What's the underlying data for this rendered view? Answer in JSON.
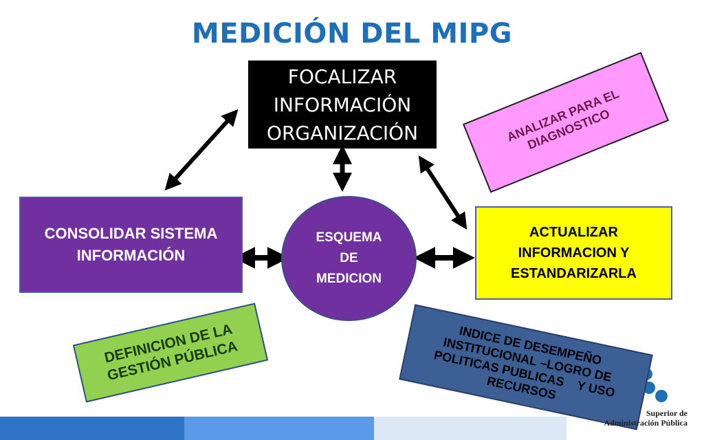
{
  "title": "MEDICIÓN DEL MIPG",
  "focalizar": {
    "lines": [
      "FOCALIZAR",
      "INFORMACIÓN",
      "ORGANIZACIÓN"
    ]
  },
  "consolidar": {
    "lines": [
      "CONSOLIDAR SISTEMA",
      "INFORMACIÓN"
    ]
  },
  "esquema": {
    "lines": [
      "ESQUEMA",
      "DE",
      "MEDICION"
    ]
  },
  "actualizar": {
    "lines": [
      "ACTUALIZAR",
      "INFORMACION Y",
      "ESTANDARIZARLA"
    ]
  },
  "analizar": {
    "lines": [
      "ANALIZAR PARA EL",
      "DIAGNOSTICO"
    ]
  },
  "definicion": {
    "lines": [
      "DEFINICION DE LA",
      "GESTIÓN PÚBLICA"
    ]
  },
  "indice": {
    "lines": [
      "INDICE DE DESEMPEÑO",
      "INSTITUCIONAL –LOGRO DE",
      "POLITICAS PUBLICAS    Y USO",
      "RECURSOS"
    ]
  },
  "logo": {
    "lines": [
      "Superior de",
      "Administración Pública"
    ],
    "colors": {
      "primary": "#1f6fb8"
    }
  },
  "colors": {
    "title": "#1f6fb8",
    "purple": "#7030a0",
    "yellow": "#ffff00",
    "pink": "#ff99ff",
    "green": "#92d050",
    "steel_blue": "#3c5f96"
  }
}
